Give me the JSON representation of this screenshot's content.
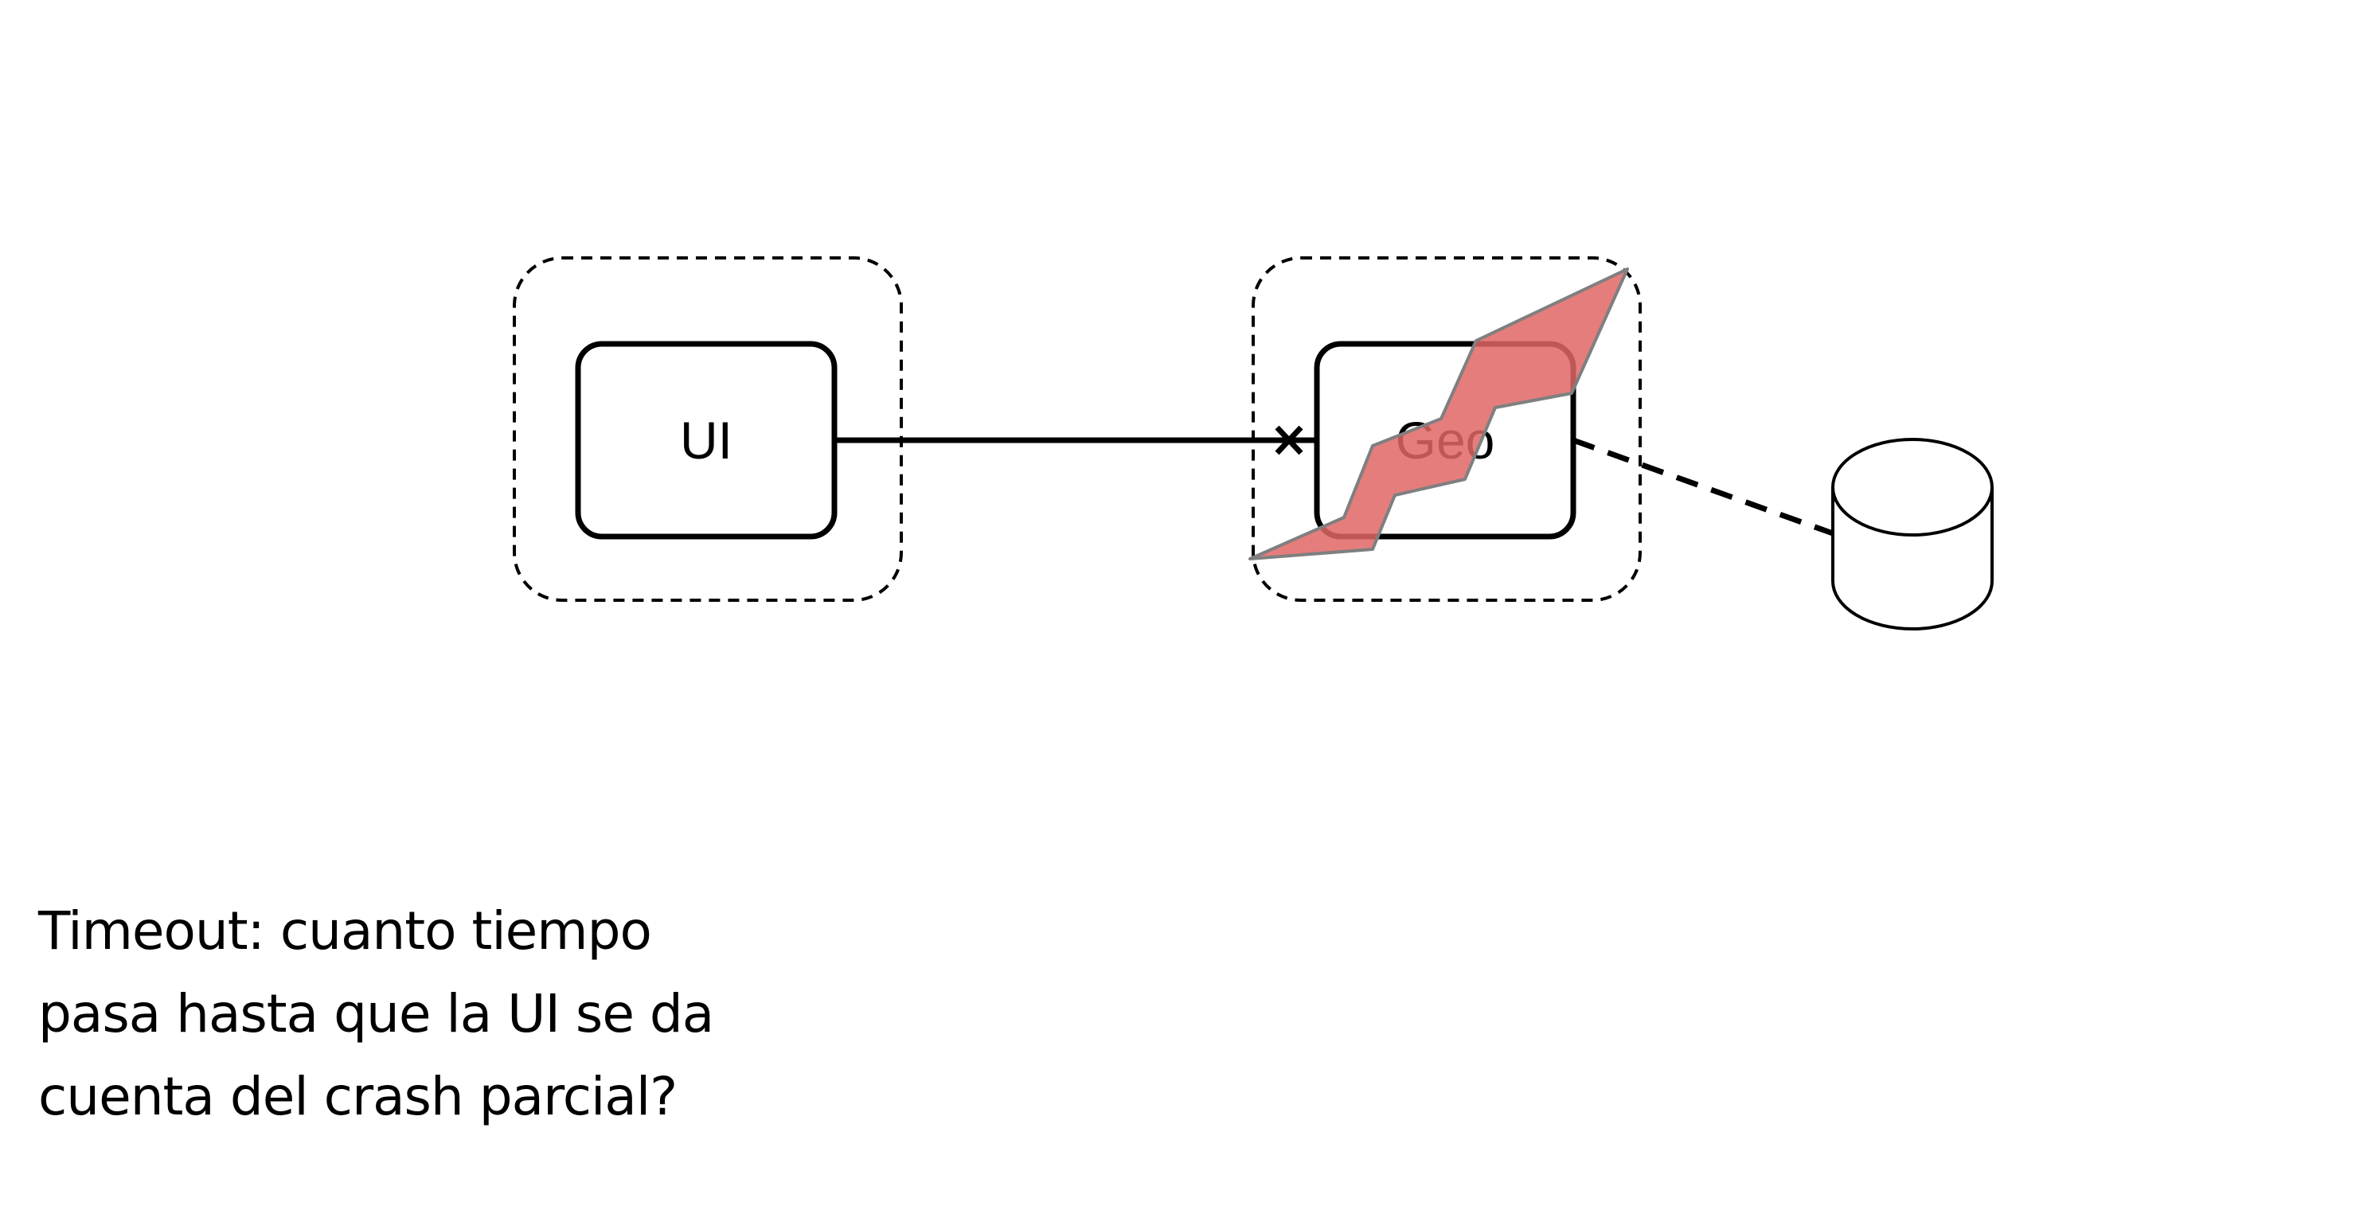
{
  "diagram": {
    "nodes": {
      "ui": {
        "label": "UI"
      },
      "geo": {
        "label": "Geo"
      },
      "database": {
        "label": ""
      }
    },
    "edges": [
      {
        "from": "ui",
        "to": "geo",
        "style": "solid",
        "end_marker": "cross"
      },
      {
        "from": "geo",
        "to": "database",
        "style": "dashed"
      }
    ],
    "overlay": {
      "type": "lightning-bolt",
      "color": "#e06666",
      "over": "geo"
    }
  },
  "caption": {
    "lines": [
      "Timeout: cuanto tiempo",
      "pasa hasta que la UI se da",
      "cuenta del crash parcial?"
    ]
  }
}
